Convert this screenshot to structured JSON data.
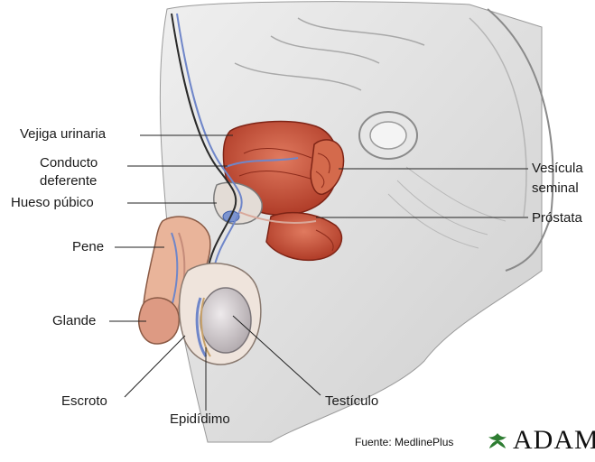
{
  "labels": {
    "bladder": "Vejiga urinaria",
    "vas_line1": "Conducto",
    "vas_line2": "deferente",
    "pubic": "Hueso púbico",
    "penis": "Pene",
    "glans": "Glande",
    "scrotum": "Escroto",
    "epididymis": "Epidídimo",
    "testicle": "Testículo",
    "vesicle_line1": "Vesícula",
    "vesicle_line2": "seminal",
    "prostate": "Próstata"
  },
  "credit": {
    "source": "Fuente: MedlinePlus",
    "brand": "ADAM"
  },
  "colors": {
    "tissue_gray": "#d9d9d9",
    "organ_red": "#c8513a",
    "organ_dark": "#9b2f20",
    "skin": "#e9b49a",
    "testis": "#cfc9cc",
    "vessel_blue": "#6f86c9"
  }
}
